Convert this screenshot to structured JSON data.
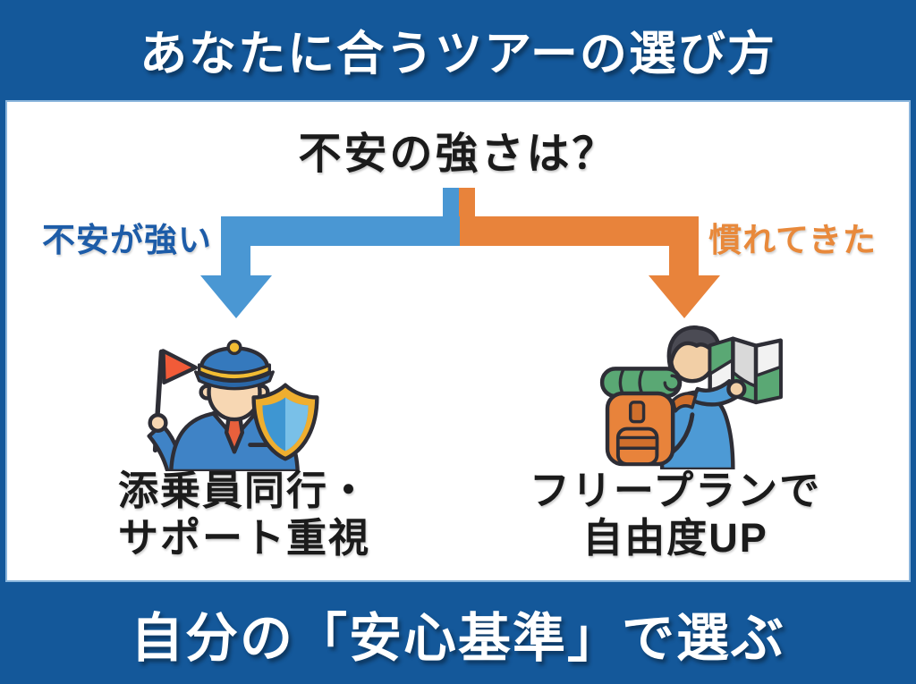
{
  "colors": {
    "frame_blue": "#14589a",
    "panel_bg": "#ffffff",
    "panel_border": "#8ab5dc",
    "arrow_blue": "#4a97d3",
    "arrow_orange": "#e8833b",
    "label_blue": "#1d5ca8",
    "label_orange": "#e8893b",
    "text_black": "#1b1b1b",
    "title_white": "#ffffff"
  },
  "header": {
    "title": "あなたに合うツアーの選び方"
  },
  "diagram": {
    "question": "不安の強さは？",
    "left": {
      "branch_label": "不安が強い",
      "icon": "tour-conductor-icon",
      "caption_line1": "添乗員同行・",
      "caption_line2": "サポート重視"
    },
    "right": {
      "branch_label": "慣れてきた",
      "icon": "backpacker-map-icon",
      "caption_line1": "フリープランで",
      "caption_line2": "自由度UP"
    }
  },
  "footer": {
    "title": "自分の「安心基準」で選ぶ"
  }
}
